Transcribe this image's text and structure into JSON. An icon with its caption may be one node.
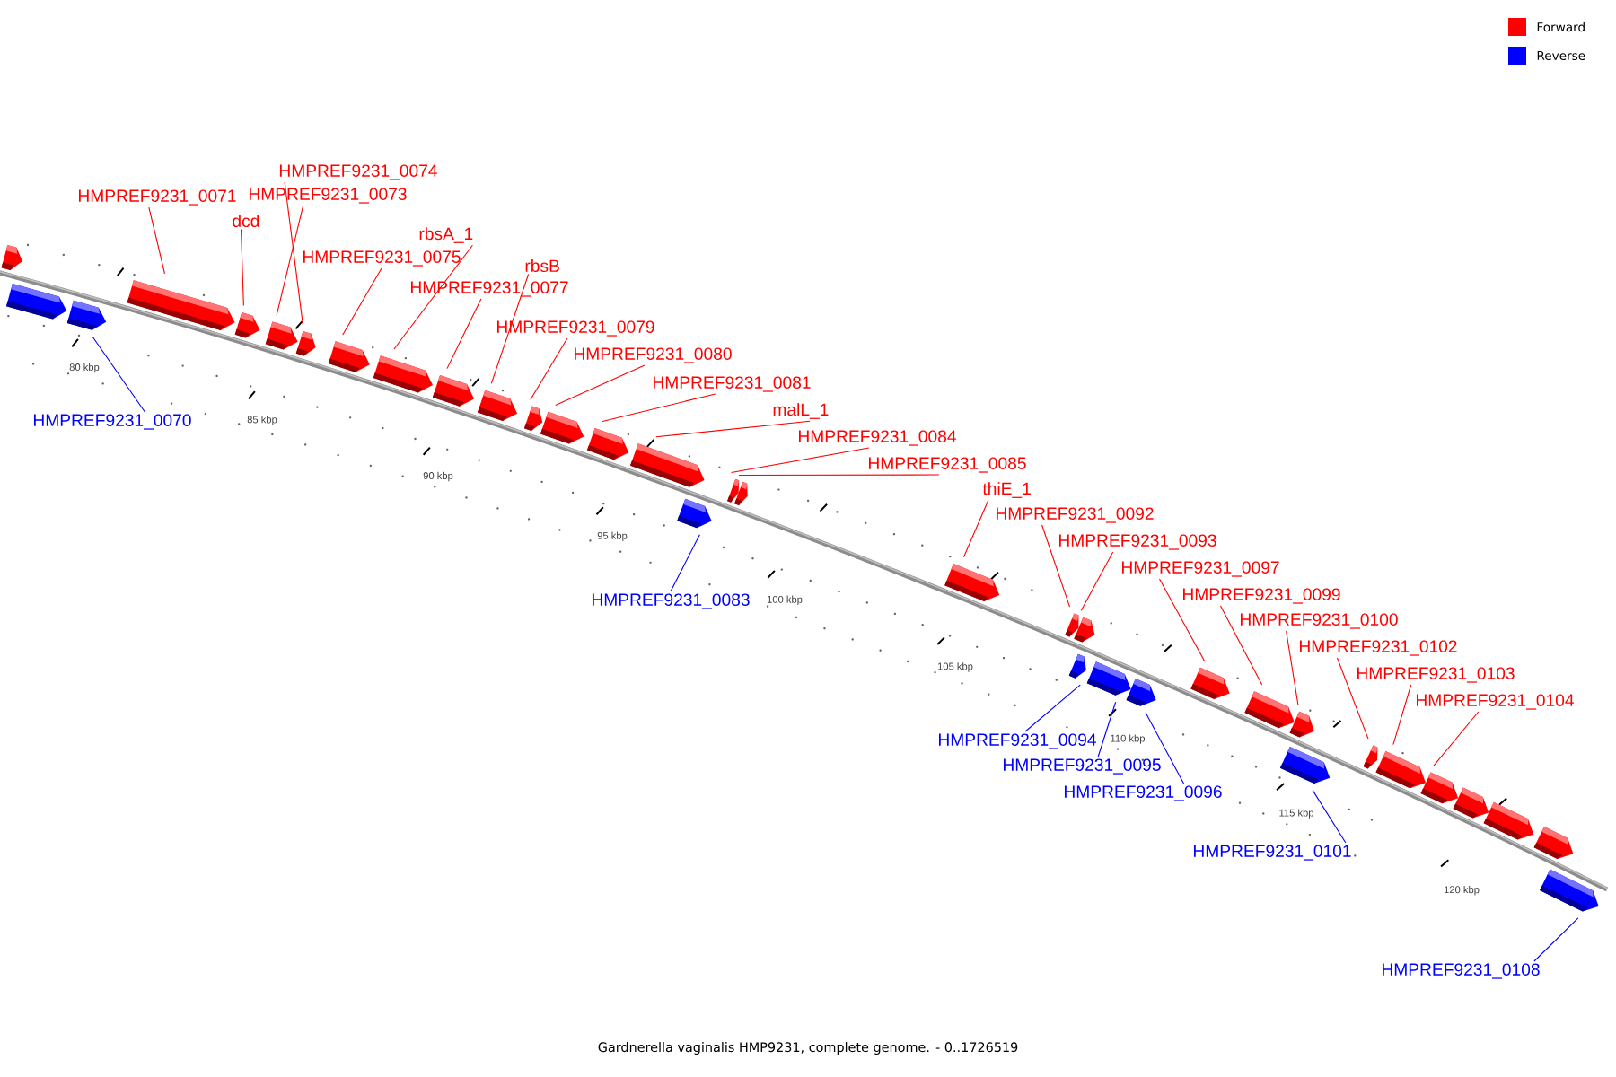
{
  "diagram": {
    "caption": "Gardnerella vaginalis HMP9231, complete genome. - 0..1726519",
    "nodes": [
      {
        "text": [
          "HMPREF9231_0074"
        ]
      },
      {
        "text": [
          "HMPREF9231_0073"
        ]
      },
      {
        "text": [
          "HMPREF9231_0071"
        ]
      },
      {
        "text": [
          "dcd"
        ]
      },
      {
        "text": [
          "rbsA_1"
        ]
      },
      {
        "text": [
          "HMPREF9231_0075"
        ]
      },
      {
        "text": [
          "rbsB"
        ]
      },
      {
        "text": [
          "HMPREF9231_0077"
        ]
      },
      {
        "text": [
          "HMPREF9231_0079"
        ]
      },
      {
        "text": [
          "HMPREF9231_0080"
        ]
      },
      {
        "text": [
          "HMPREF9231_0081"
        ]
      },
      {
        "text": [
          "malL_1"
        ]
      },
      {
        "text": [
          "HMPREF9231_0070"
        ]
      },
      {
        "text": [
          "HMPREF9231_0084"
        ]
      },
      {
        "text": [
          "HMPREF9231_0085"
        ]
      },
      {
        "text": [
          "thiE_1"
        ]
      },
      {
        "text": [
          "HMPREF9231_0092"
        ]
      },
      {
        "text": [
          "HMPREF9231_0093"
        ]
      },
      {
        "text": [
          "HMPREF9231_0097"
        ]
      },
      {
        "text": [
          "HMPREF9231_0099"
        ]
      },
      {
        "text": [
          "HMPREF9231_0083"
        ]
      },
      {
        "text": [
          "HMPREF9231_0100"
        ]
      },
      {
        "text": [
          "HMPREF9231_0102"
        ]
      },
      {
        "text": [
          "HMPREF9231_0103"
        ]
      },
      {
        "text": [
          "HMPREF9231_0104"
        ]
      },
      {
        "text": [
          "HMPREF9231_0094"
        ]
      },
      {
        "text": [
          "HMPREF9231_0095"
        ]
      },
      {
        "text": [
          "HMPREF9231_0096"
        ]
      },
      {
        "text": [
          "HMPREF9231_0101"
        ]
      },
      {
        "text": [
          "HMPREF9231_0108"
        ]
      },
      {
        "text": [],
        "shape": "box"
      },
      {
        "text": [],
        "shape": "box"
      },
      {
        "text": [],
        "shape": "box"
      },
      {
        "text": [],
        "shape": "box"
      },
      {
        "text": [],
        "shape": "box"
      },
      {
        "text": [],
        "shape": "box"
      },
      {
        "text": [],
        "shape": "box"
      },
      {
        "text": [],
        "shape": "box"
      },
      {
        "text": [],
        "shape": "box"
      },
      {
        "text": [],
        "shape": "box"
      },
      {
        "text": [],
        "shape": "box"
      },
      {
        "text": [],
        "shape": "box"
      },
      {
        "text": [],
        "shape": "box"
      },
      {
        "text": [],
        "shape": "box"
      },
      {
        "text": [],
        "shape": "box"
      },
      {
        "text": [],
        "shape": "box"
      },
      {
        "text": [],
        "shape": "box"
      },
      {
        "text": [],
        "shape": "box"
      },
      {
        "text": [],
        "shape": "box"
      },
      {
        "text": [],
        "shape": "box"
      },
      {
        "text": [],
        "shape": "box"
      },
      {
        "text": [],
        "shape": "box"
      },
      {
        "text": [],
        "shape": "box"
      },
      {
        "text": [],
        "shape": "box"
      },
      {
        "text": [],
        "shape": "box"
      },
      {
        "text": [],
        "shape": "box"
      },
      {
        "text": [],
        "shape": "box"
      },
      {
        "text": [],
        "shape": "box"
      },
      {
        "text": [],
        "shape": "box"
      },
      {
        "text": [],
        "shape": "box"
      },
      {
        "text": [],
        "shape": "box"
      },
      {
        "text": [],
        "shape": "box"
      },
      {
        "text": [],
        "shape": "box"
      },
      {
        "text": [],
        "shape": "box"
      },
      {
        "text": [],
        "shape": "box"
      }
    ],
    "edges": [
      {
        "from": 0,
        "to": 36,
        "arrow": "none"
      },
      {
        "from": 1,
        "to": 35,
        "arrow": "none"
      },
      {
        "from": 2,
        "to": 33,
        "arrow": "none"
      },
      {
        "from": 3,
        "to": 34,
        "arrow": "none"
      },
      {
        "from": 4,
        "to": 38,
        "arrow": "none"
      },
      {
        "from": 5,
        "to": 37,
        "arrow": "none"
      },
      {
        "from": 6,
        "to": 40,
        "arrow": "none"
      },
      {
        "from": 7,
        "to": 39,
        "arrow": "none"
      },
      {
        "from": 8,
        "to": 41,
        "arrow": "none"
      },
      {
        "from": 9,
        "to": 42,
        "arrow": "none"
      },
      {
        "from": 10,
        "to": 43,
        "arrow": "none"
      },
      {
        "from": 11,
        "to": 44,
        "arrow": "none"
      },
      {
        "from": 12,
        "to": 32,
        "arrow": "none",
        "color": "#0000ff"
      },
      {
        "from": 13,
        "to": 46,
        "arrow": "none"
      },
      {
        "from": 14,
        "to": 47,
        "arrow": "none"
      },
      {
        "from": 15,
        "to": 48,
        "arrow": "none"
      },
      {
        "from": 16,
        "to": 49,
        "arrow": "none"
      },
      {
        "from": 17,
        "to": 50,
        "arrow": "none"
      },
      {
        "from": 18,
        "to": 54,
        "arrow": "none"
      },
      {
        "from": 19,
        "to": 55,
        "arrow": "none"
      },
      {
        "from": 20,
        "to": 45,
        "arrow": "none",
        "color": "#0000ff"
      },
      {
        "from": 21,
        "to": 56,
        "arrow": "none"
      },
      {
        "from": 22,
        "to": 58,
        "arrow": "none"
      },
      {
        "from": 23,
        "to": 59,
        "arrow": "none"
      },
      {
        "from": 24,
        "to": 60,
        "arrow": "none"
      },
      {
        "from": 25,
        "to": 51,
        "arrow": "none",
        "color": "#0000ff"
      },
      {
        "from": 26,
        "to": 52,
        "arrow": "none",
        "color": "#0000ff"
      },
      {
        "from": 27,
        "to": 53,
        "arrow": "none",
        "color": "#0000ff"
      },
      {
        "from": 28,
        "to": 57,
        "arrow": "none",
        "color": "#0000ff"
      },
      {
        "from": 29,
        "to": 64,
        "arrow": "none",
        "color": "#0000ff"
      }
    ],
    "labels": [
      "80 kbp",
      "85 kbp",
      "90 kbp",
      "95 kbp",
      "100 kbp",
      "105 kbp",
      "110 kbp",
      "115 kbp",
      "120 kbp"
    ],
    "legend": [
      {
        "text": "Forward",
        "color": "#ff0000"
      },
      {
        "text": "Reverse",
        "color": "#0000ff"
      }
    ]
  }
}
